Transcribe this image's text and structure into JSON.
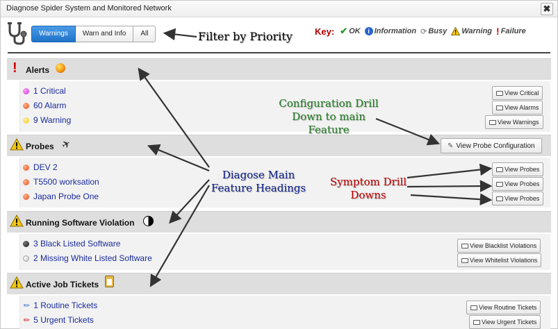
{
  "window": {
    "title": "Diagnose Spider System and Monitored Network",
    "close_label": "✖"
  },
  "filters": [
    {
      "label": "Warnings",
      "active": true
    },
    {
      "label": "Warn and Info",
      "active": false
    },
    {
      "label": "All",
      "active": false
    }
  ],
  "key": {
    "label": "Key:",
    "items": [
      {
        "icon": "check-icon",
        "label": "OK"
      },
      {
        "icon": "info-icon",
        "label": "Information"
      },
      {
        "icon": "busy-icon",
        "label": "Busy"
      },
      {
        "icon": "warning-icon",
        "label": "Warning"
      },
      {
        "icon": "exclamation-icon",
        "label": "Failure"
      }
    ]
  },
  "sections": {
    "alerts": {
      "title": "Alerts",
      "rows": [
        {
          "text": "1 Critical",
          "color": "#d62bd6"
        },
        {
          "text": "60 Alarm",
          "color": "#e24a1e"
        },
        {
          "text": "9 Warning",
          "color": "#f2c51a"
        }
      ],
      "buttons": [
        "View Critical",
        "View Alarms",
        "View Warnings"
      ]
    },
    "probes": {
      "title": "Probes",
      "config_button": "View Probe Configuration",
      "rows": [
        {
          "text": "DEV 2",
          "color": "#e24a1e"
        },
        {
          "text": "T5500 worksation",
          "color": "#e24a1e"
        },
        {
          "text": "Japan Probe One",
          "color": "#e24a1e"
        }
      ],
      "buttons": [
        "View Probes",
        "View Probes",
        "View Probes"
      ]
    },
    "software": {
      "title": "Running Software Violation",
      "rows": [
        {
          "text": "3 Black Listed Software",
          "color": "#111111"
        },
        {
          "text": "2 Missing White Listed Software",
          "color": "#cccccc"
        }
      ],
      "buttons": [
        "View Blacklist Violations",
        "View Whitelist Violations"
      ]
    },
    "tickets": {
      "title": "Active Job Tickets",
      "rows": [
        {
          "text": "1 Routine Tickets",
          "color": "#4a7fd0"
        },
        {
          "text": "5 Urgent Tickets",
          "color": "#d03030"
        }
      ],
      "buttons": [
        "View Routine Tickets",
        "View Urgent Tickets"
      ]
    }
  },
  "annotations": {
    "filter": "Filter by Priority",
    "config_1": "Configuration Drill",
    "config_2": "Down to main",
    "config_3": "Feature",
    "feature_1": "Diagose Main",
    "feature_2": "Feature Headings",
    "symptom_1": "Symptom Drill",
    "symptom_2": "Downs"
  },
  "colors": {
    "accent": "#1e73c9",
    "annotation_green": "#1f7a1f",
    "annotation_blue": "#0b1d8a",
    "annotation_red": "#c00000"
  }
}
